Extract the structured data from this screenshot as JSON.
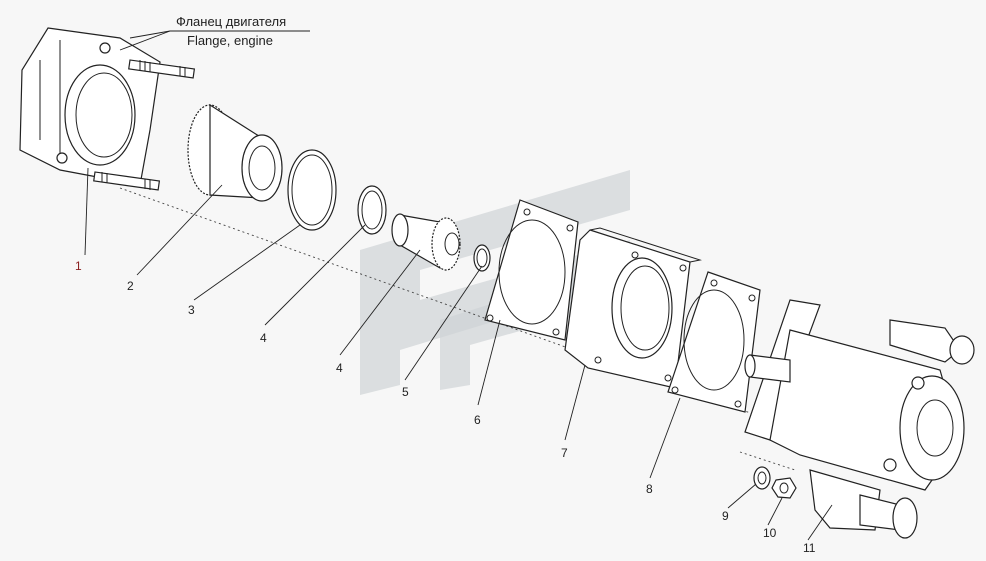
{
  "flange_label_ru": "Фланец двигателя",
  "flange_label_en": "Flange, engine",
  "callouts": [
    "1",
    "2",
    "3",
    "4",
    "4",
    "5",
    "6",
    "7",
    "8",
    "9",
    "10",
    "11"
  ]
}
